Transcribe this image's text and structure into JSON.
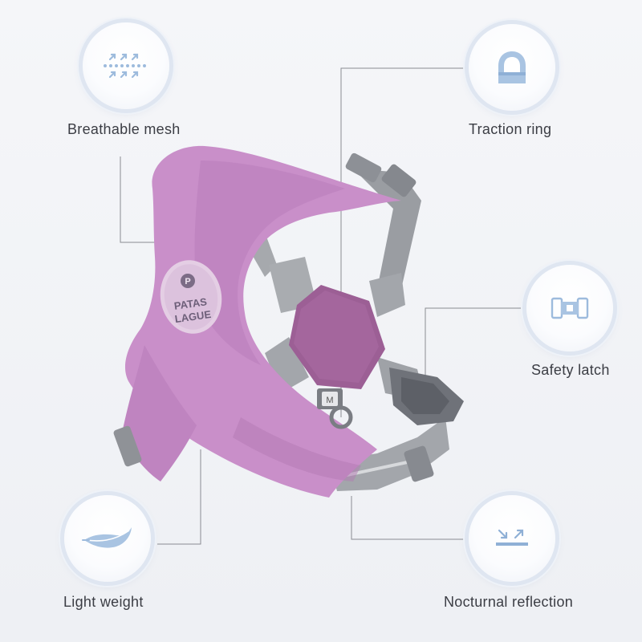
{
  "features": {
    "breathable": {
      "label": "Breathable mesh",
      "icon": "breathable-mesh-icon"
    },
    "traction": {
      "label": "Traction ring",
      "icon": "traction-ring-icon"
    },
    "latch": {
      "label": "Safety latch",
      "icon": "safety-latch-icon"
    },
    "light": {
      "label": "Light weight",
      "icon": "feather-icon"
    },
    "nocturnal": {
      "label": "Nocturnal reflection",
      "icon": "reflection-icon"
    }
  },
  "product": {
    "brand_line1": "PATAS",
    "brand_line2": "LAGUE",
    "brand_initial": "P",
    "size_tag": "M"
  },
  "colors": {
    "harness_pink": "#c98fc9",
    "strap_gray": "#9b9ea3",
    "icon_blue": "#a9c4e2"
  }
}
